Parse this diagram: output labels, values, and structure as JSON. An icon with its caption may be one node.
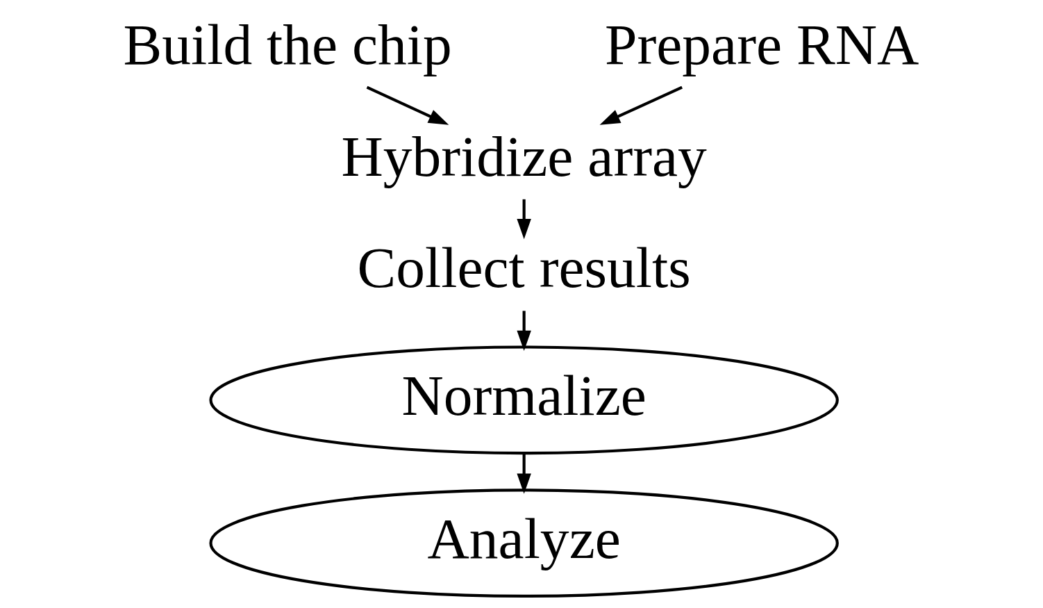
{
  "diagram": {
    "nodes": [
      {
        "text": [
          "Build the chip"
        ]
      },
      {
        "text": [
          "Prepare RNA"
        ]
      },
      {
        "text": [
          "Hybridize array"
        ]
      },
      {
        "text": [
          "Collect results"
        ]
      },
      {
        "text": [
          "Normalize"
        ]
      },
      {
        "text": [
          "Analyze"
        ]
      }
    ],
    "edges": [
      {
        "from": 0,
        "to": 2,
        "arrow": "to"
      },
      {
        "from": 1,
        "to": 2,
        "arrow": "to"
      },
      {
        "from": 2,
        "to": 3,
        "arrow": "to"
      },
      {
        "from": 3,
        "to": 4,
        "arrow": "to"
      },
      {
        "from": 4,
        "to": 5,
        "arrow": "to"
      }
    ]
  }
}
